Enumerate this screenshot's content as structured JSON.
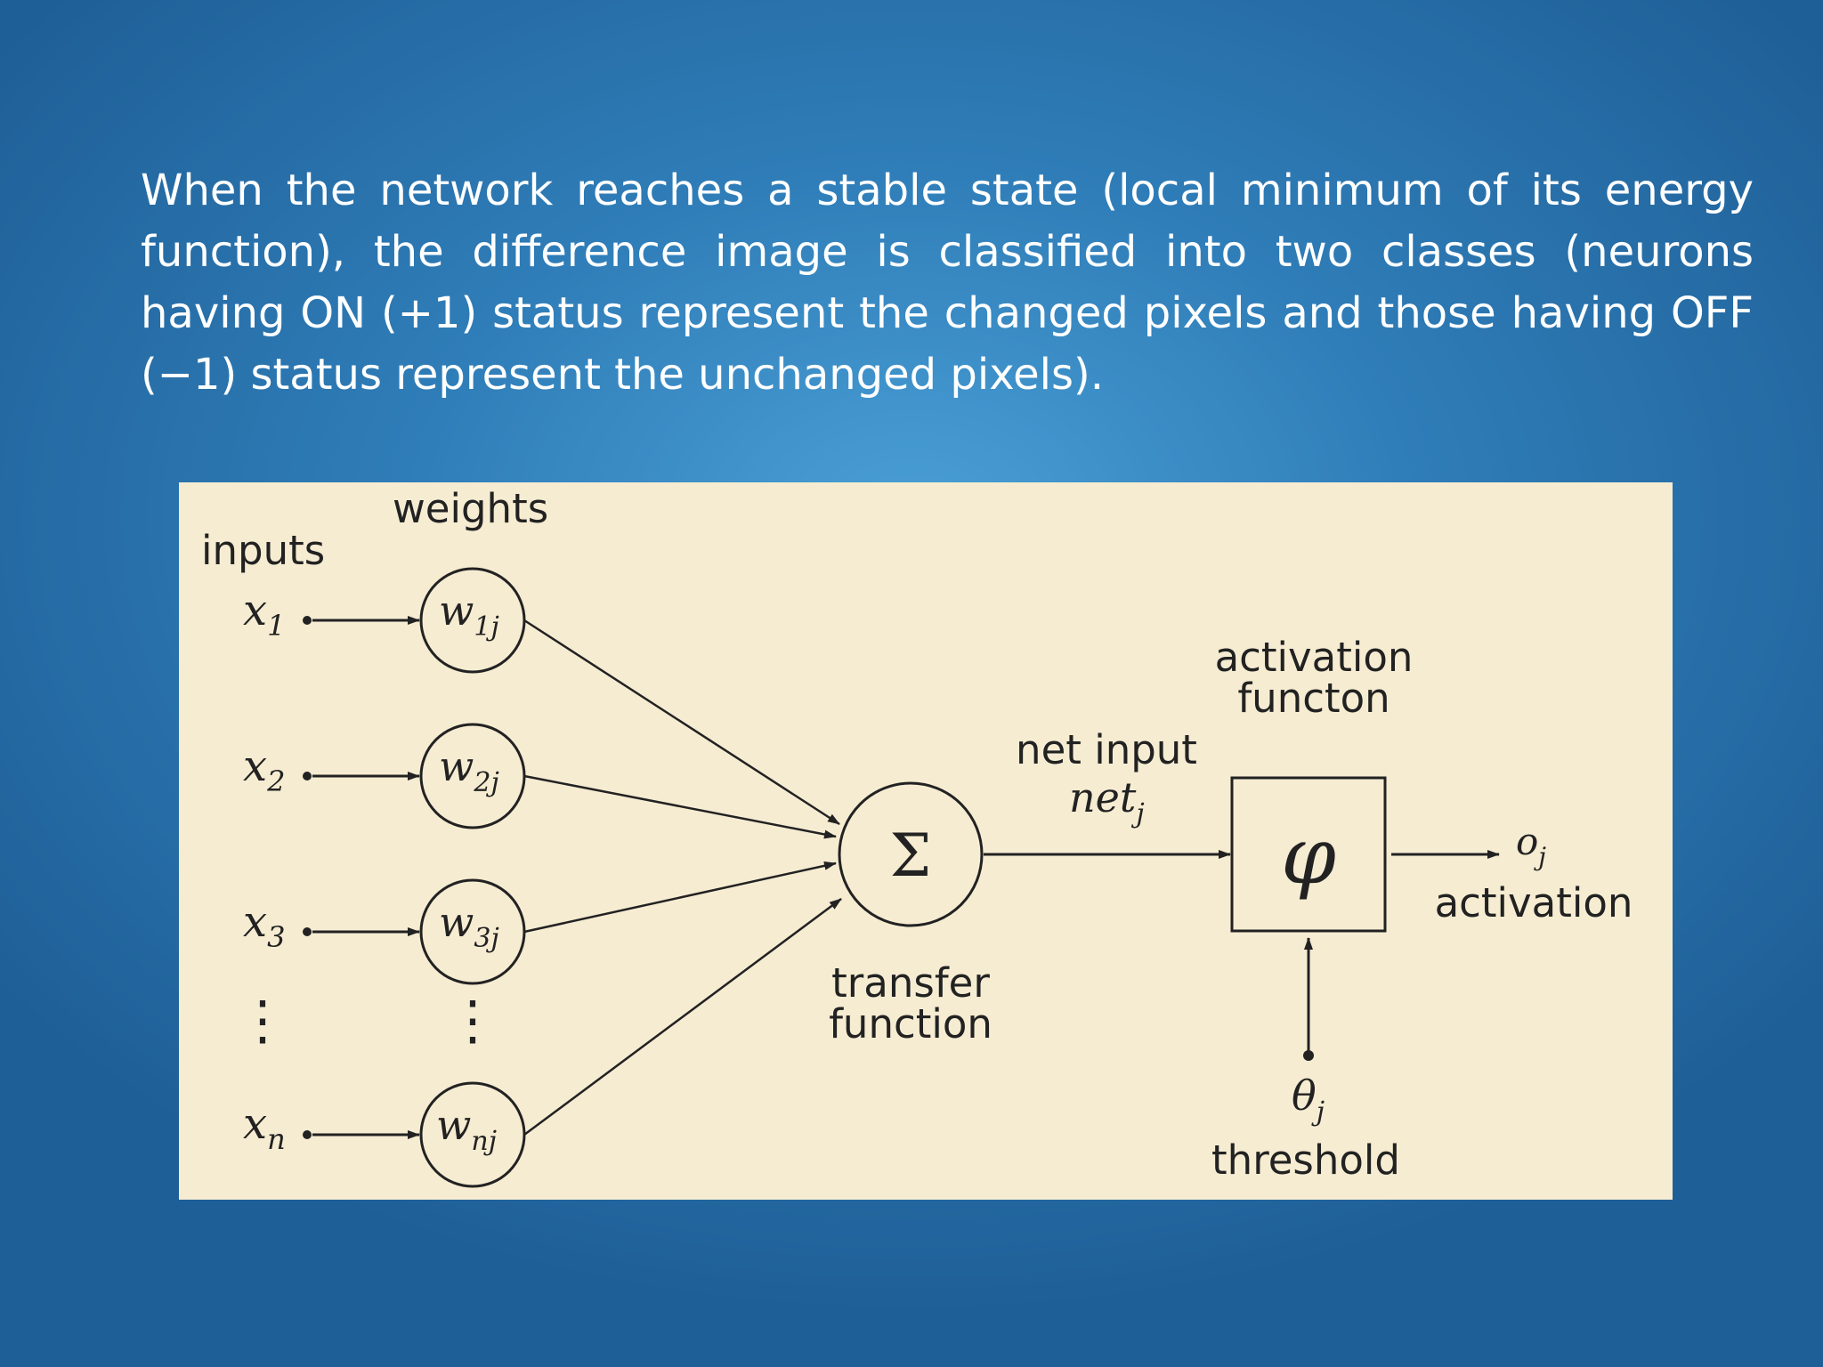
{
  "slide": {
    "paragraph": "When the network reaches a stable state (local minimum of its energy function), the difference image is classified into two classes (neurons having ON (+1) status represent the changed pixels and those having OFF (−1) status represent the unchanged pixels)."
  },
  "diagram": {
    "weights_label": "weights",
    "inputs_label": "inputs",
    "inputs": [
      {
        "var": "x",
        "sub": "1"
      },
      {
        "var": "x",
        "sub": "2"
      },
      {
        "var": "x",
        "sub": "3"
      },
      {
        "var": "x",
        "sub": "n"
      }
    ],
    "weights": [
      {
        "var": "w",
        "sub": "1j"
      },
      {
        "var": "w",
        "sub": "2j"
      },
      {
        "var": "w",
        "sub": "3j"
      },
      {
        "var": "w",
        "sub": "nj"
      }
    ],
    "ellipsis": "⋮",
    "sum_symbol": "Σ",
    "transfer_label_line1": "transfer",
    "transfer_label_line2": "function",
    "net_input_label": "net input",
    "net_var": "net",
    "net_sub": "j",
    "activation_function_line1": "activation",
    "activation_function_line2": "functon",
    "phi_symbol": "φ",
    "output_var": "o",
    "output_sub": "j",
    "activation_label": "activation",
    "threshold_var": "θ",
    "threshold_sub": "j",
    "threshold_label": "threshold"
  }
}
